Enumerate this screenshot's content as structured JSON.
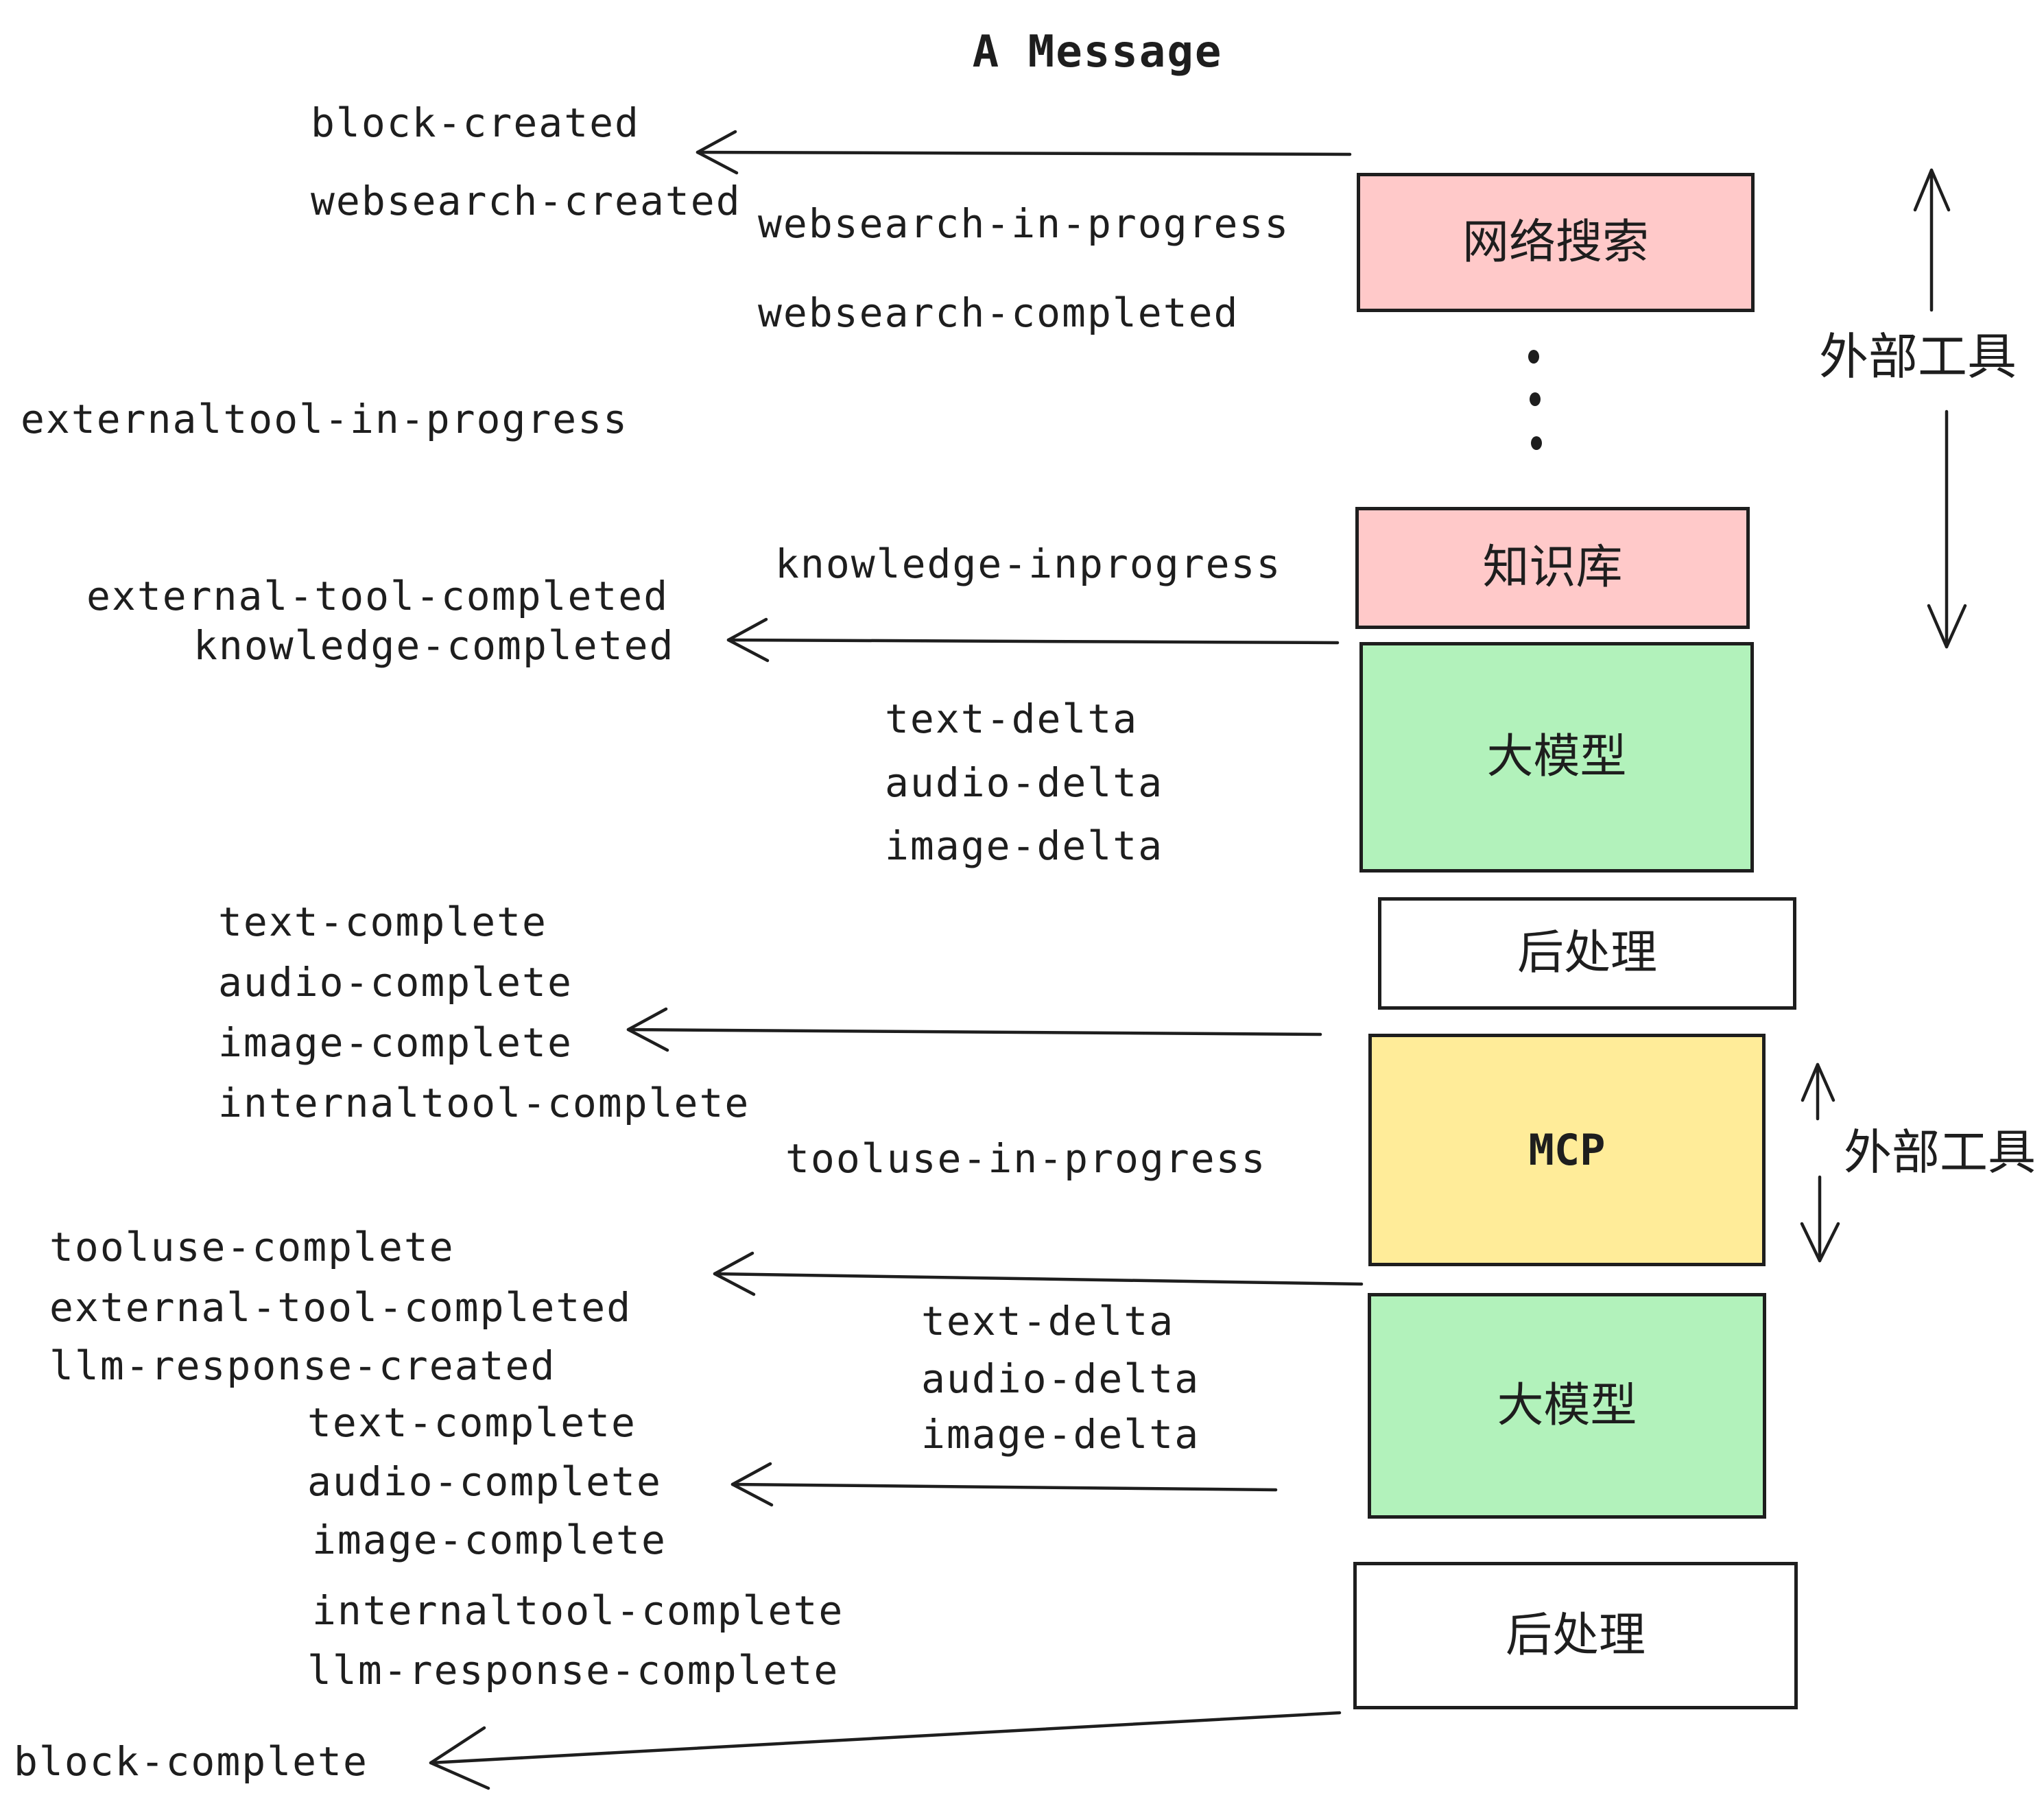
{
  "title": "A Message",
  "colors": {
    "box_pink": "#ffc9c9",
    "box_green": "#b2f2bb",
    "box_yellow": "#ffec99",
    "box_white": "#ffffff",
    "stroke": "#1e1e1e"
  },
  "boxes": {
    "web_search": {
      "label": "网络搜索"
    },
    "knowledge": {
      "label": "知识库"
    },
    "llm_top": {
      "label": "大模型"
    },
    "post_top": {
      "label": "后处理"
    },
    "mcp": {
      "label": "MCP"
    },
    "llm_bottom": {
      "label": "大模型"
    },
    "post_bottom": {
      "label": "后处理"
    }
  },
  "side_labels": {
    "external_tools_top": "外部工具",
    "external_tools_mcp": "外部工具"
  },
  "events": {
    "block_created": "block-created",
    "websearch_created": "websearch-created",
    "websearch_in_progress": "websearch-in-progress",
    "websearch_completed": "websearch-completed",
    "externaltool_in_progress": "externaltool-in-progress",
    "knowledge_inprogress": "knowledge-inprogress",
    "external_tool_completed_1": "external-tool-completed",
    "knowledge_completed": "knowledge-completed",
    "text_delta_1": "text-delta",
    "audio_delta_1": "audio-delta",
    "image_delta_1": "image-delta",
    "text_complete_1": "text-complete",
    "audio_complete_1": "audio-complete",
    "image_complete_1": "image-complete",
    "internaltool_complete_1": "internaltool-complete",
    "tooluse_in_progress": "tooluse-in-progress",
    "tooluse_complete": "tooluse-complete",
    "external_tool_completed_2": "external-tool-completed",
    "llm_response_created": "llm-response-created",
    "text_complete_2": "text-complete",
    "audio_complete_2": "audio-complete",
    "image_complete_2": "image-complete",
    "internaltool_complete_2": "internaltool-complete",
    "llm_response_complete": "llm-response-complete",
    "block_complete": "block-complete",
    "text_delta_2": "text-delta",
    "audio_delta_2": "audio-delta",
    "image_delta_2": "image-delta"
  }
}
